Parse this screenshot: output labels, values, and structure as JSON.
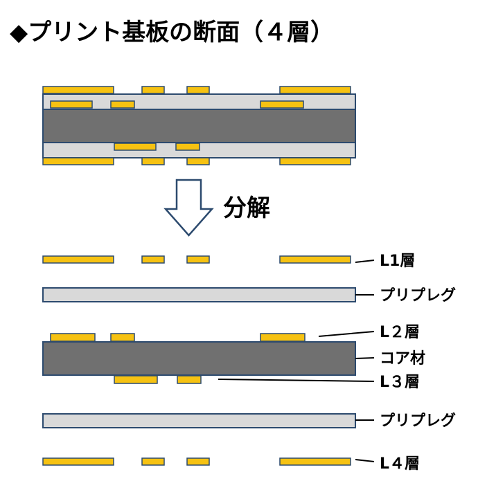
{
  "title": "◆プリント基板の断面（４層）",
  "decompose_label": "分解",
  "labels": {
    "l1": "L1層",
    "prepreg_top": "プリプレグ",
    "l2": "L２層",
    "core": "コア材",
    "l3": "L３層",
    "prepreg_bottom": "プリプレグ",
    "l4": "L４層"
  },
  "colors": {
    "copper": "#f6c212",
    "prepreg": "#d9d9d9",
    "core": "#707070",
    "outline": "#2c4a6e"
  }
}
